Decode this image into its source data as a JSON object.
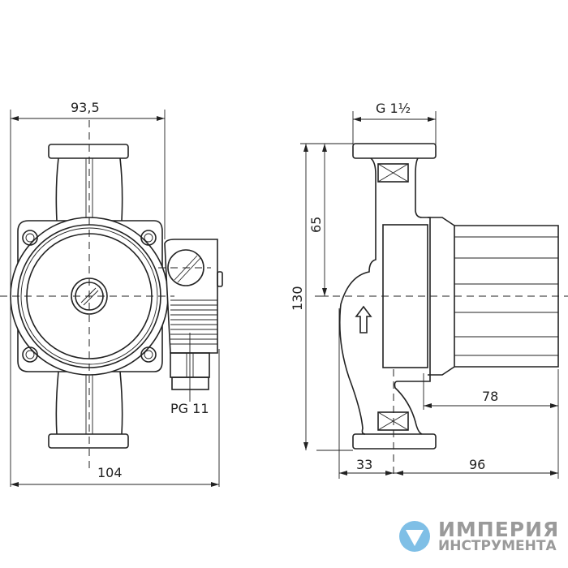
{
  "dimensions": {
    "width_front": "93,5",
    "width_total": "104",
    "cable_gland": "PG 11",
    "thread": "G 1½",
    "height_total": "130",
    "height_half": "65",
    "motor_length": "78",
    "inlet_offset": "33",
    "overall_depth": "96"
  },
  "logo": {
    "line1": "ИМПЕРИЯ",
    "line2": "ИНСТРУМЕНТА",
    "color": "#7fbfe6"
  }
}
